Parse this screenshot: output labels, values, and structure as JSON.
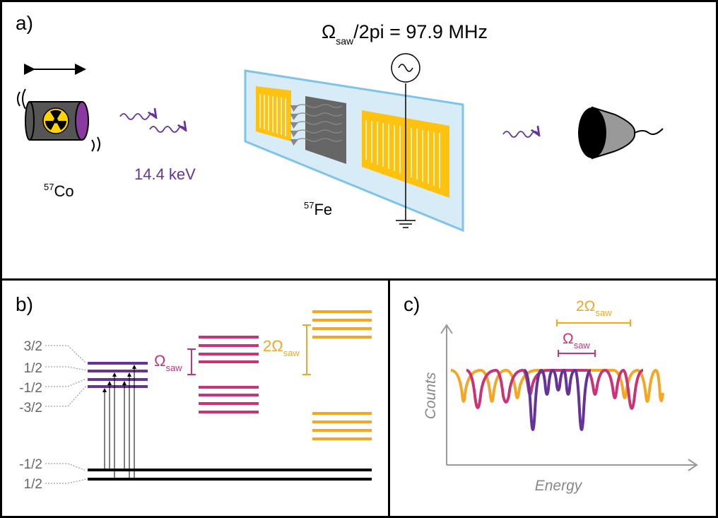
{
  "panel_a": {
    "label": "a)",
    "frequency": {
      "omega": "Ω",
      "sub": "saw",
      "rest": "/2pi = 97.9 MHz"
    },
    "energy": "14.4 keV",
    "source": {
      "mass": "57",
      "element": "Co"
    },
    "absorber": {
      "mass": "57",
      "element": "Fe"
    }
  },
  "panel_b": {
    "label": "b)",
    "excited_levels": [
      "3/2",
      "1/2",
      "-1/2",
      "-3/2"
    ],
    "ground_levels": [
      "-1/2",
      "1/2"
    ],
    "omega_label": {
      "main": "Ω",
      "sub": "saw"
    },
    "two_omega_label": {
      "main": "2Ω",
      "sub": "saw"
    }
  },
  "panel_c": {
    "label": "c)",
    "ylabel": "Counts",
    "xlabel": "Energy",
    "two_omega_label": {
      "main": "2Ω",
      "sub": "saw"
    },
    "omega_label": {
      "main": "Ω",
      "sub": "saw"
    }
  },
  "colors": {
    "purple": "#663399",
    "magenta": "#cc3377",
    "orange": "#f5a623",
    "gold": "#ffc20e",
    "lightblue": "#d8ecf7",
    "blueedge": "#7fc4e8",
    "gray": "#555555"
  }
}
